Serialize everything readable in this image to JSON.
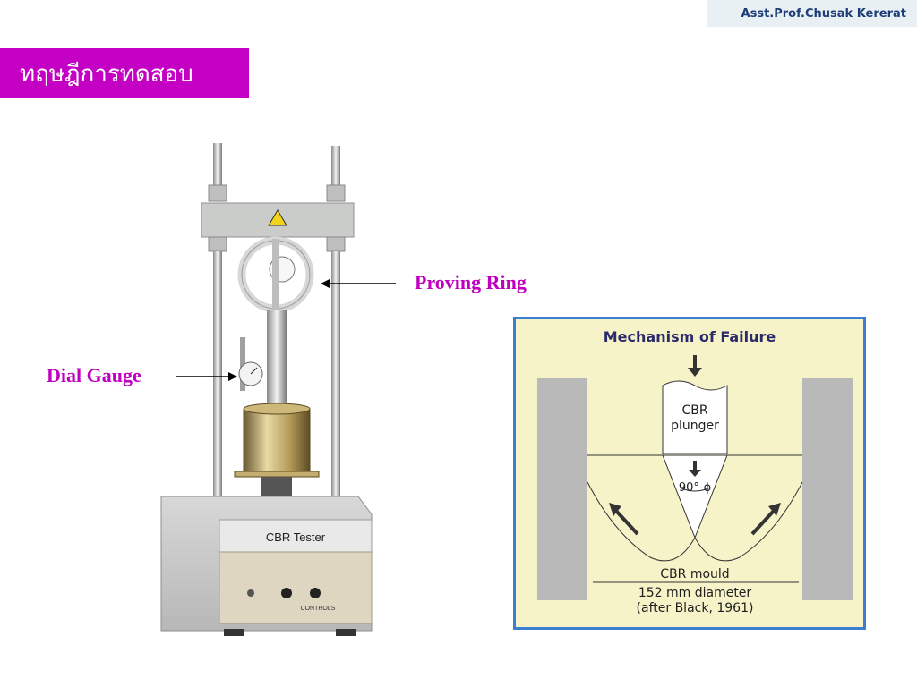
{
  "header": {
    "author": "Asst.Prof.Chusak Kererat"
  },
  "slide": {
    "title": "ทฤษฎีการทดสอบ"
  },
  "annotations": {
    "proving_ring": "Proving Ring",
    "dial_gauge": "Dial Gauge"
  },
  "machine": {
    "panel_label": "CBR Tester",
    "brand": "CONTROLS"
  },
  "figure": {
    "title": "Mechanism of Failure",
    "plunger_line1": "CBR",
    "plunger_line2": "plunger",
    "angle_label": "90°-ϕ",
    "mould_line1": "CBR mould",
    "mould_line2": "152 mm diameter",
    "mould_line3": "(after Black, 1961)"
  },
  "colors": {
    "title_bg": "#c400c4",
    "label": "#c000c0",
    "figure_border": "#3a7fd0",
    "figure_bg": "#f6f3c8"
  }
}
